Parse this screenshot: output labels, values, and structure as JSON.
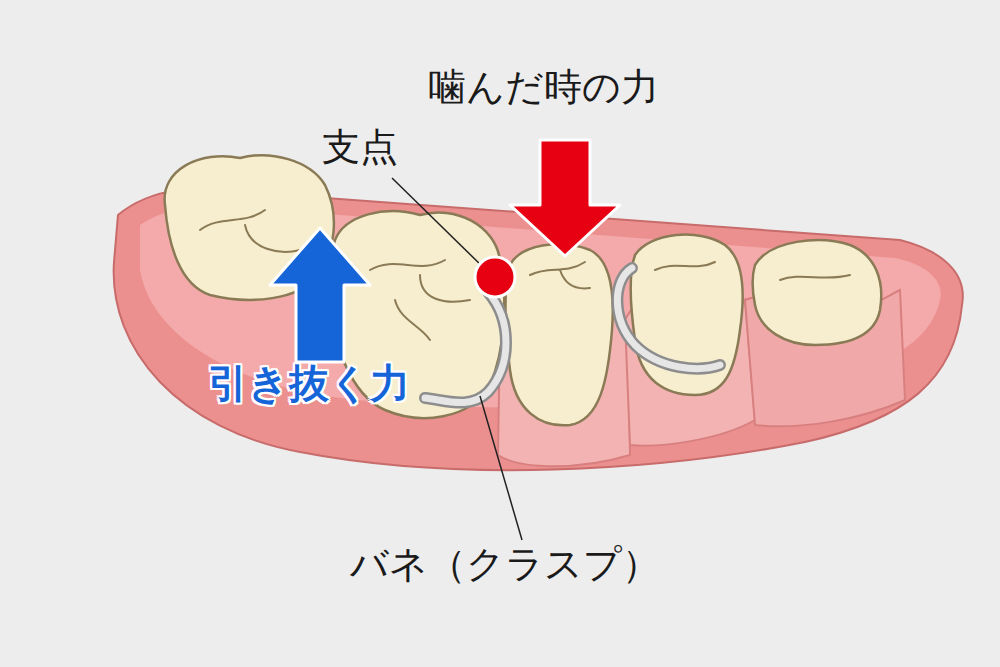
{
  "diagram": {
    "labels": [
      "噛んだ時の力",
      "支点",
      "引き抜く力",
      "バネ（クラスプ）"
    ]
  }
}
